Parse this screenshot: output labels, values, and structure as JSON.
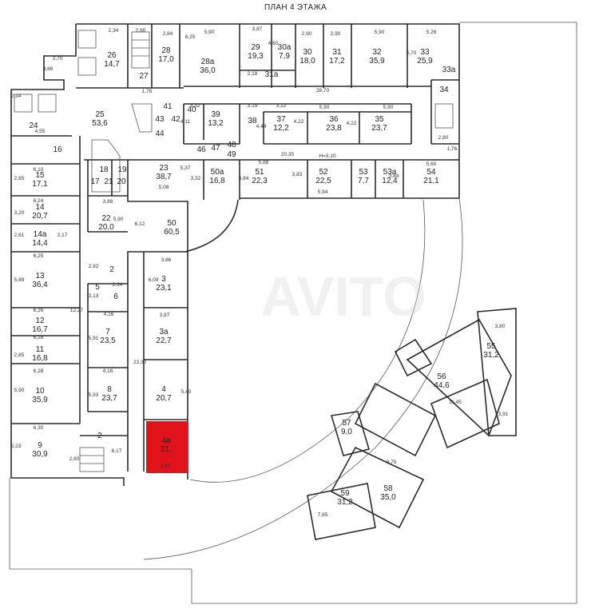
{
  "plan": {
    "title": "ПЛАН 4 ЭТАЖА",
    "height_note": "Н=3,10",
    "highlight_color": "#e0121a",
    "rooms": [
      {
        "num": "26",
        "area": "14,7"
      },
      {
        "num": "27",
        "area": ""
      },
      {
        "num": "28",
        "area": "17,0"
      },
      {
        "num": "28а",
        "area": "36,0"
      },
      {
        "num": "29",
        "area": "19,3"
      },
      {
        "num": "30а",
        "area": "7,9"
      },
      {
        "num": "30",
        "area": "18,0"
      },
      {
        "num": "31",
        "area": "17,2"
      },
      {
        "num": "31а",
        "area": ""
      },
      {
        "num": "32",
        "area": "35,9"
      },
      {
        "num": "33",
        "area": "25,9"
      },
      {
        "num": "33а",
        "area": ""
      },
      {
        "num": "34",
        "area": ""
      },
      {
        "num": "25",
        "area": "53,6"
      },
      {
        "num": "24",
        "area": ""
      },
      {
        "num": "16",
        "area": ""
      },
      {
        "num": "41",
        "area": ""
      },
      {
        "num": "40",
        "area": ""
      },
      {
        "num": "39",
        "area": "13,2"
      },
      {
        "num": "38",
        "area": ""
      },
      {
        "num": "37",
        "area": "12,2"
      },
      {
        "num": "36",
        "area": "23,8"
      },
      {
        "num": "35",
        "area": "23,7"
      },
      {
        "num": "43",
        "area": ""
      },
      {
        "num": "42",
        "area": ""
      },
      {
        "num": "44",
        "area": ""
      },
      {
        "num": "46",
        "area": ""
      },
      {
        "num": "47",
        "area": ""
      },
      {
        "num": "48",
        "area": ""
      },
      {
        "num": "49",
        "area": ""
      },
      {
        "num": "23",
        "area": "38,7"
      },
      {
        "num": "50а",
        "area": "16,8"
      },
      {
        "num": "51",
        "area": "22,3"
      },
      {
        "num": "52",
        "area": "22,5"
      },
      {
        "num": "53",
        "area": "7,7"
      },
      {
        "num": "53а",
        "area": "12,4"
      },
      {
        "num": "54",
        "area": "21,1"
      },
      {
        "num": "17",
        "area": ""
      },
      {
        "num": "18",
        "area": ""
      },
      {
        "num": "19",
        "area": ""
      },
      {
        "num": "20",
        "area": ""
      },
      {
        "num": "21",
        "area": ""
      },
      {
        "num": "15",
        "area": "17,1"
      },
      {
        "num": "14",
        "area": "20,7"
      },
      {
        "num": "14а",
        "area": "14,4"
      },
      {
        "num": "22",
        "area": "20,0"
      },
      {
        "num": "50",
        "area": "60,5"
      },
      {
        "num": "13",
        "area": "36,4"
      },
      {
        "num": "2",
        "area": ""
      },
      {
        "num": "3",
        "area": "23,1"
      },
      {
        "num": "5",
        "area": ""
      },
      {
        "num": "6",
        "area": ""
      },
      {
        "num": "12",
        "area": "16,7"
      },
      {
        "num": "7",
        "area": "23,5"
      },
      {
        "num": "3а",
        "area": "22,7"
      },
      {
        "num": "11",
        "area": "16,8"
      },
      {
        "num": "10",
        "area": "35,9"
      },
      {
        "num": "8",
        "area": "23,7"
      },
      {
        "num": "4",
        "area": "20,7"
      },
      {
        "num": "9",
        "area": "30,9"
      },
      {
        "num": "2",
        "area": ""
      },
      {
        "num": "4а",
        "area": "21,"
      },
      {
        "num": "55",
        "area": "31,2"
      },
      {
        "num": "56",
        "area": "44,6"
      },
      {
        "num": "57",
        "area": "9,0"
      },
      {
        "num": "58",
        "area": "35,0"
      },
      {
        "num": "59",
        "area": "31,2"
      }
    ],
    "dims": [
      "2,34",
      "2,80",
      "2,84",
      "6,25",
      "5,90",
      "3,87",
      "4,60",
      "2,90",
      "2,90",
      "5,90",
      "5,26",
      "3,70",
      "3,86",
      "5,70",
      "2,18",
      "28,70",
      "1,76",
      "2,34",
      "4,55",
      "3,32",
      "4,11",
      "3,15",
      "3,12",
      "4,44",
      "4,22",
      "5,90",
      "4,22",
      "5,90",
      "2,80",
      "1,76",
      "20,35",
      "5,88",
      "3,83",
      "5,94",
      "3,84",
      "5,60",
      "5,37",
      "3,32",
      "3,84",
      "5,08",
      "6,10",
      "2,85",
      "6,24",
      "3,20",
      "2,61",
      "2,17",
      "3,88",
      "6,12",
      "5,90",
      "6,25",
      "5,89",
      "2,92",
      "3,86",
      "6,09",
      "2,34",
      "3,13",
      "12,27",
      "6,26",
      "4,16",
      "3,87",
      "6,28",
      "2,85",
      "5,91",
      "23,30",
      "6,28",
      "4,16",
      "5,90",
      "5,93",
      "5,40",
      "6,30",
      "6,17",
      "5,23",
      "2,80",
      "3,87",
      "3,80",
      "11,45",
      "3,91",
      "9,75",
      "7,85"
    ]
  }
}
